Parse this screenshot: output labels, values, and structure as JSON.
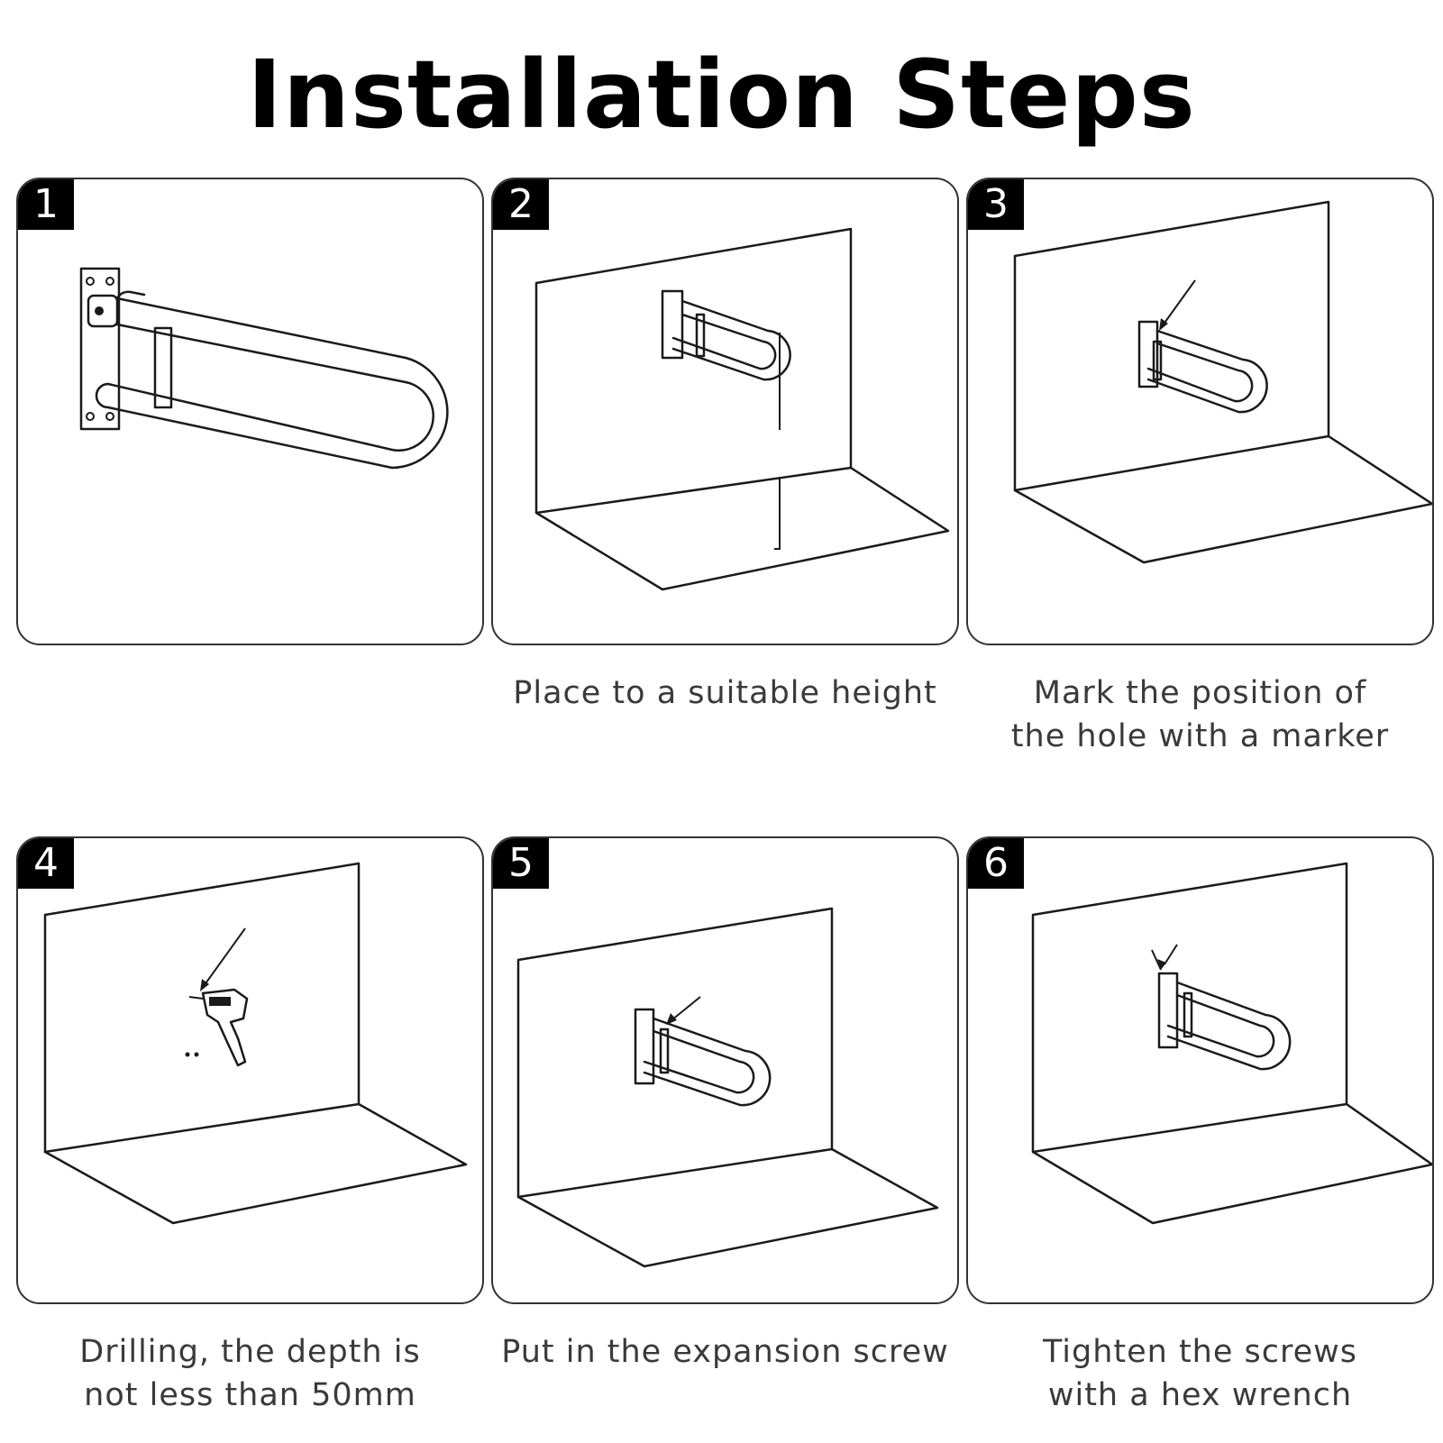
{
  "title": "Installation Steps",
  "steps": [
    {
      "number": "1",
      "caption": []
    },
    {
      "number": "2",
      "caption": [
        "Place to a suitable height"
      ]
    },
    {
      "number": "3",
      "caption": [
        "Mark the position of",
        "the hole with a marker"
      ]
    },
    {
      "number": "4",
      "caption": [
        "Drilling, the depth is",
        "not less than 50mm"
      ]
    },
    {
      "number": "5",
      "caption": [
        "Put in the expansion screw"
      ]
    },
    {
      "number": "6",
      "caption": [
        "Tighten the screws",
        "with a hex wrench"
      ]
    }
  ]
}
